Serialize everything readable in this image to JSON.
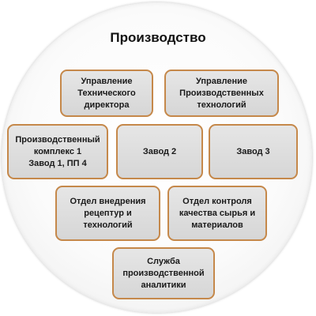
{
  "diagram": {
    "title": "Производство",
    "colors": {
      "box_border": "#c5884a",
      "box_fill": "#dedede",
      "circle_fill": "#f8f8f8",
      "text": "#1a1a1a"
    },
    "units": [
      "Управление\nТехнического\nдиректора",
      "Управление\nПроизводственных\nтехнологий",
      "Производственный\nкомплекс 1\nЗавод 1, ПП 4",
      "Завод 2",
      "Завод 3",
      "Отдел внедрения\nрецептур и\nтехнологий",
      "Отдел контроля\nкачества сырья и\nматериалов",
      "Служба\nпроизводственной\nаналитики"
    ]
  }
}
